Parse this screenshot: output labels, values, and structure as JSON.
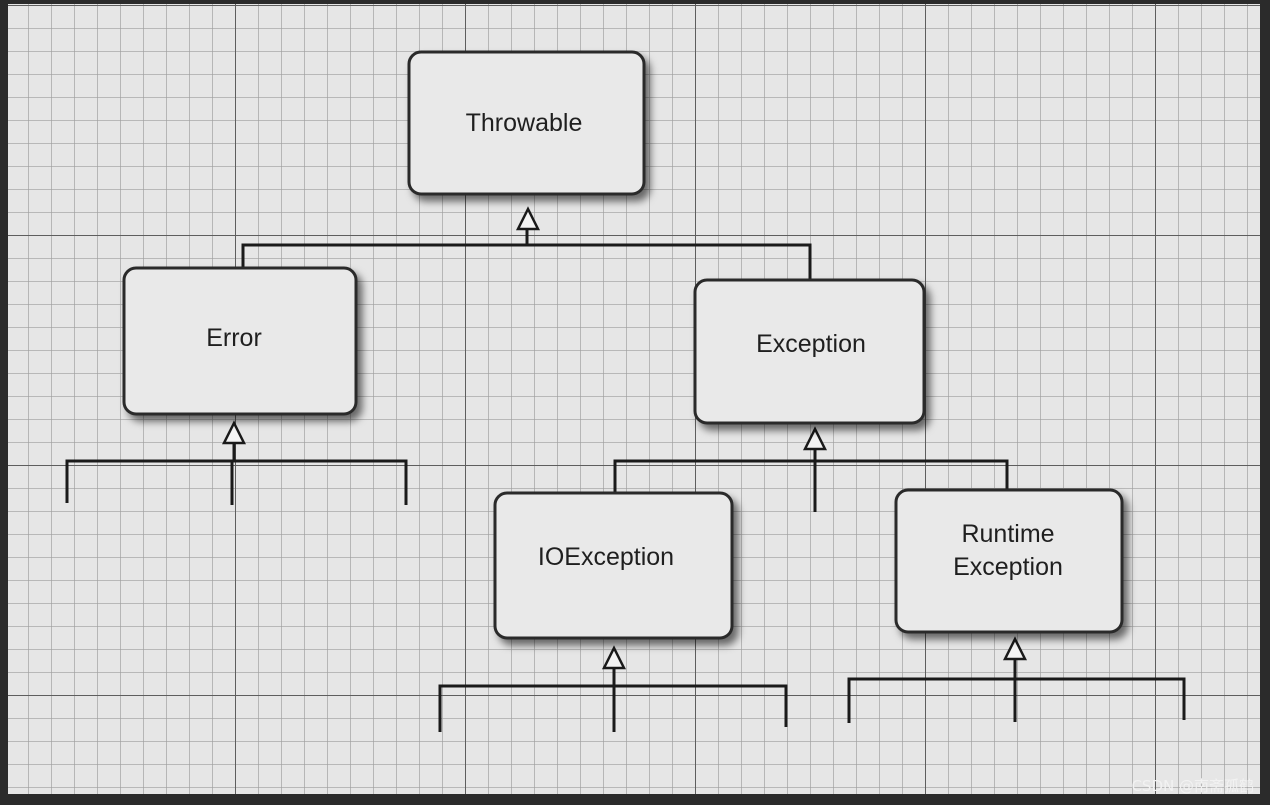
{
  "nodes": {
    "throwable": {
      "label": "Throwable"
    },
    "error": {
      "label": "Error"
    },
    "exception": {
      "label": "Exception"
    },
    "ioexception": {
      "label": "IOException"
    },
    "runtime": {
      "label_line1": "Runtime",
      "label_line2": "Exception"
    }
  },
  "watermark": "CSDN @南斋孤鹤",
  "colors": {
    "paper": "#e6e6e6",
    "grid_minor": "#9d9d9d",
    "grid_major": "#5e5e5e",
    "box_fill": "#e9e9e9",
    "line": "#1a1a1a",
    "border": "#2b2b2b"
  }
}
